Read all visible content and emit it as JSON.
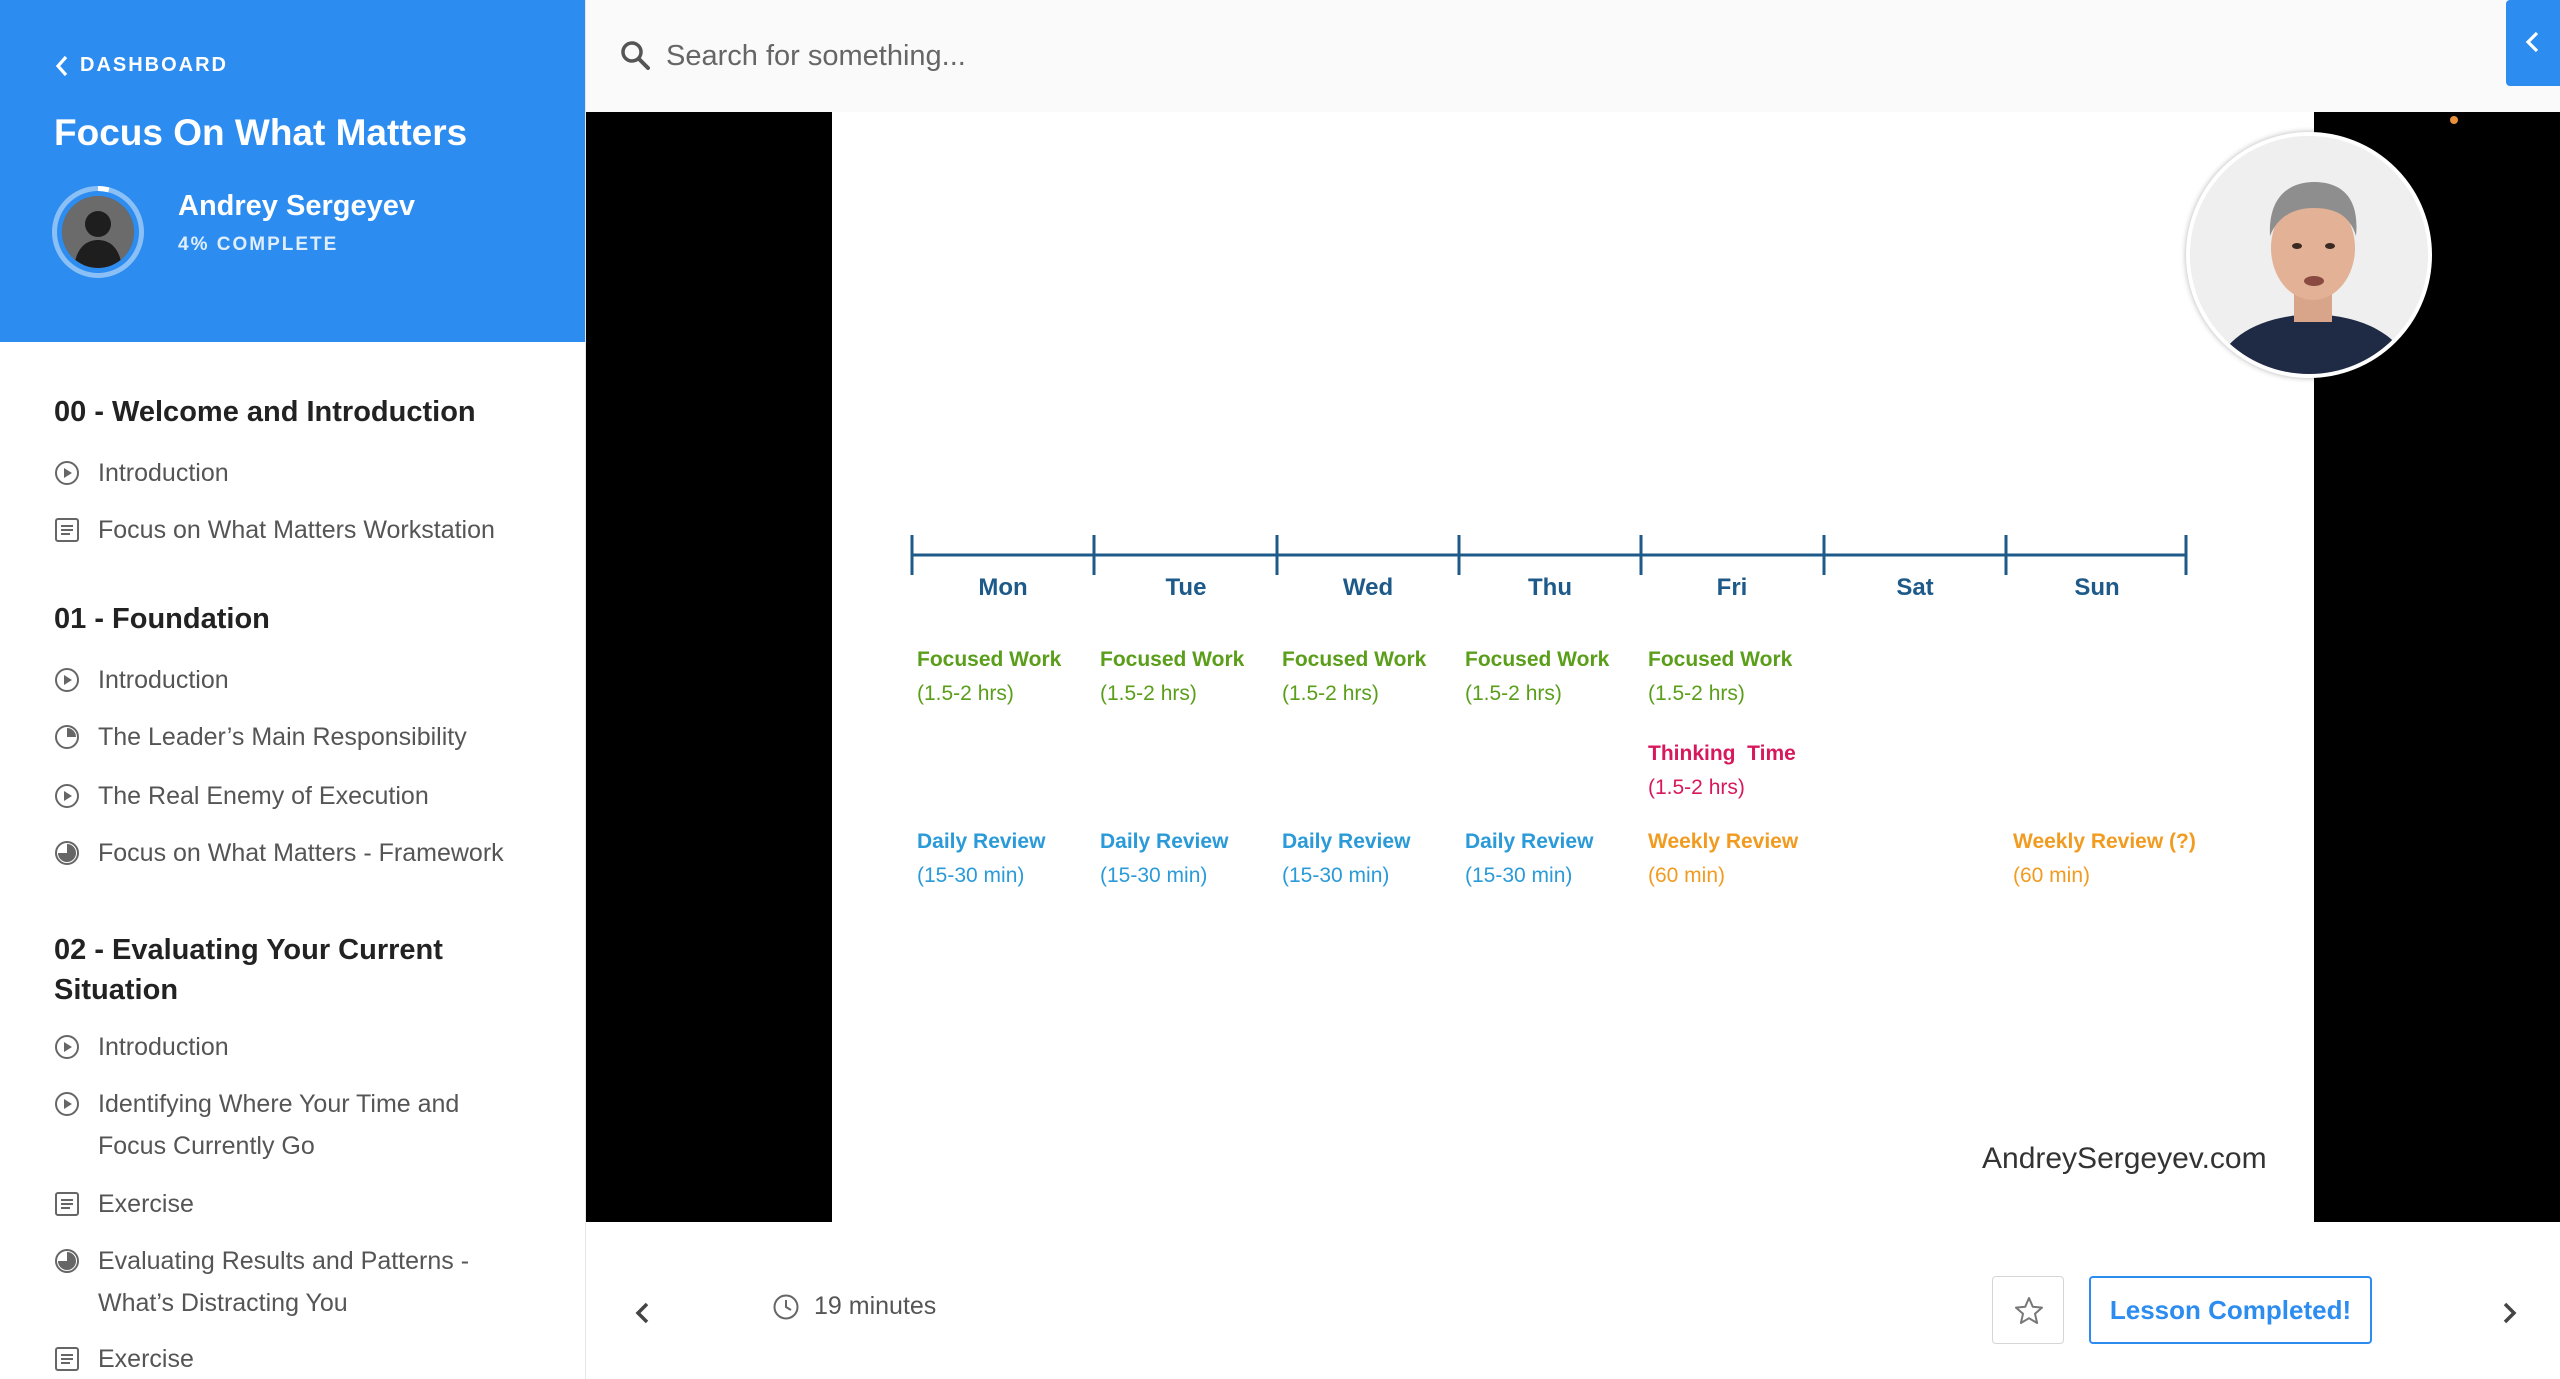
{
  "sidebar": {
    "back_label": "DASHBOARD",
    "course_title": "Focus On What Matters",
    "user_name": "Andrey Sergeyev",
    "progress_label": "4% COMPLETE",
    "progress_fraction": 0.04,
    "sections": [
      {
        "title": "00 - Welcome and Introduction",
        "lessons": [
          {
            "label": "Introduction",
            "icon": "play-circle-icon"
          },
          {
            "label": "Focus on What Matters Workstation",
            "icon": "document-icon"
          }
        ]
      },
      {
        "title": "01 - Foundation",
        "lessons": [
          {
            "label": "Introduction",
            "icon": "play-circle-icon"
          },
          {
            "label": "The Leader’s Main Responsibility",
            "icon": "progress-quarter-icon"
          },
          {
            "label": "The Real Enemy of Execution",
            "icon": "play-circle-icon"
          },
          {
            "label": "Focus on What Matters - Framework",
            "icon": "progress-three-quarter-icon"
          }
        ]
      },
      {
        "title": "02 - Evaluating Your Current Situation",
        "lessons": [
          {
            "label": "Introduction",
            "icon": "play-circle-icon"
          },
          {
            "label": "Identifying Where Your Time and Focus Currently Go",
            "icon": "play-circle-icon"
          },
          {
            "label": "Exercise",
            "icon": "document-icon"
          },
          {
            "label": "Evaluating Results and Patterns - What’s Distracting You",
            "icon": "progress-three-quarter-icon"
          },
          {
            "label": "Exercise",
            "icon": "document-icon"
          }
        ]
      }
    ]
  },
  "topbar": {
    "search_placeholder": "Search for something...",
    "collapse_icon": "chevron-left-icon"
  },
  "video": {
    "days": [
      "Mon",
      "Tue",
      "Wed",
      "Thu",
      "Fri",
      "Sat",
      "Sun"
    ],
    "rows": {
      "focused_work": {
        "title": "Focused Work",
        "sub": "(1.5-2 hrs)",
        "color": "#5a9e1a"
      },
      "thinking_time": {
        "title": "Thinking  Time",
        "sub": "(1.5-2 hrs)",
        "color": "#d8185c"
      },
      "daily_review": {
        "title": "Daily Review",
        "sub": "(15-30 min)",
        "color": "#2a9ad8"
      },
      "weekly_review": {
        "title": "Weekly Review",
        "sub": "(60 min)",
        "color": "#f29b21"
      },
      "weekly_review_sun": {
        "title": "Weekly Review (?)",
        "sub": "(60 min)",
        "color": "#f29b21"
      }
    },
    "watermark": "AndreySergeyev.com"
  },
  "bottombar": {
    "duration": "19 minutes",
    "complete_label": "Lesson Completed!",
    "prev_icon": "chevron-left-icon",
    "next_icon": "chevron-right-icon",
    "favorite_icon": "star-icon"
  },
  "colors": {
    "accent": "#2d8cf0",
    "timeline": "#1d5a8a"
  }
}
